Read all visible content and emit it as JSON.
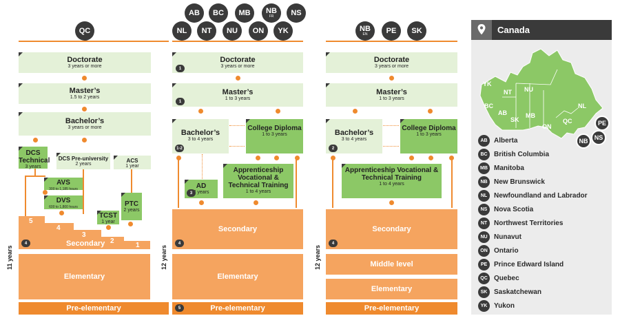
{
  "col1": {
    "provinces": [
      "QC"
    ],
    "doctorate": {
      "title": "Doctorate",
      "dur": "3 years or more"
    },
    "masters": {
      "title": "Master’s",
      "dur": "1.5 to 2 years"
    },
    "bachelors": {
      "title": "Bachelor’s",
      "dur": "3 years or more"
    },
    "dcs_tech": {
      "title": "DCS Technical",
      "dur": "3 years"
    },
    "dcs_pre": {
      "title": "DCS Pre-university",
      "dur": "2 years"
    },
    "acs": {
      "title": "ACS",
      "dur": "1 year"
    },
    "avs": {
      "title": "AVS",
      "dur": "300 to 1,185 hours"
    },
    "dvs": {
      "title": "DVS",
      "dur": "600 to 1,800 hours"
    },
    "tcst": {
      "title": "TCST",
      "dur": "1 year"
    },
    "ptc": {
      "title": "PTC",
      "dur": "2 years"
    },
    "secondary": "Secondary",
    "steps": [
      "5",
      "4",
      "3",
      "2",
      "1"
    ],
    "elementary": "Elementary",
    "pre": "Pre-elementary",
    "years": "11 years",
    "badge": "4"
  },
  "col2": {
    "top_row": [
      "AB",
      "BC",
      "MB",
      "NB",
      "NS"
    ],
    "nb_sub": "FR",
    "bottom_row": [
      "NL",
      "NT",
      "NU",
      "ON",
      "YK"
    ],
    "doctorate": {
      "title": "Doctorate",
      "dur": "3 years or more"
    },
    "masters": {
      "title": "Master’s",
      "dur": "1 to 3 years"
    },
    "bachelors": {
      "title": "Bachelor’s",
      "dur": "3 to 4 years"
    },
    "college": {
      "title": "College Diploma",
      "dur": "1 to 3 years"
    },
    "appr": {
      "title": "Apprenticeship Vocational & Technical Training",
      "dur": "1 to 4 years"
    },
    "ad": {
      "title": "AD",
      "dur": "2 years"
    },
    "secondary": "Secondary",
    "elementary": "Elementary",
    "pre": "Pre-elementary",
    "years": "12 years",
    "badges": {
      "doc": "1",
      "mas": "1",
      "bac": "1-2",
      "ad": "3",
      "sec": "4",
      "pre": "5"
    }
  },
  "col3": {
    "provinces": [
      "NB",
      "PE",
      "SK"
    ],
    "nb_sub": "EN",
    "doctorate": {
      "title": "Doctorate",
      "dur": "3 years or more"
    },
    "masters": {
      "title": "Master’s",
      "dur": "1 to 3 years"
    },
    "bachelors": {
      "title": "Bachelor’s",
      "dur": "3 to 4 years"
    },
    "college": {
      "title": "College Diploma",
      "dur": "1 to 3 years"
    },
    "appr": {
      "title": "Apprenticeship Vocational & Technical Training",
      "dur": "1 to 4 years"
    },
    "secondary": "Secondary",
    "middle": "Middle level",
    "elementary": "Elementary",
    "pre": "Pre-elementary",
    "years": "12 years",
    "badges": {
      "bac": "2",
      "sec": "4"
    }
  },
  "map": {
    "title": "Canada",
    "labels": [
      "YK",
      "NT",
      "NU",
      "BC",
      "AB",
      "SK",
      "MB",
      "ON",
      "QC",
      "NL"
    ],
    "circles": [
      "PE",
      "NB",
      "NS"
    ]
  },
  "legend": [
    {
      "code": "AB",
      "name": "Alberta"
    },
    {
      "code": "BC",
      "name": "British Columbia"
    },
    {
      "code": "MB",
      "name": "Manitoba"
    },
    {
      "code": "NB",
      "name": "New Brunswick"
    },
    {
      "code": "NL",
      "name": "Newfoundland and Labrador"
    },
    {
      "code": "NS",
      "name": "Nova Scotia"
    },
    {
      "code": "NT",
      "name": "Northwest Territories"
    },
    {
      "code": "NU",
      "name": "Nunavut"
    },
    {
      "code": "ON",
      "name": "Ontario"
    },
    {
      "code": "PE",
      "name": "Prince Edward Island"
    },
    {
      "code": "QC",
      "name": "Quebec"
    },
    {
      "code": "SK",
      "name": "Saskatchewan"
    },
    {
      "code": "YK",
      "name": "Yukon"
    }
  ],
  "colors": {
    "orange": "#ef8a2e",
    "light_orange": "#f5a45f",
    "green": "#8cc866",
    "light_green": "#e4f1d8",
    "dark": "#3a3a3a"
  }
}
